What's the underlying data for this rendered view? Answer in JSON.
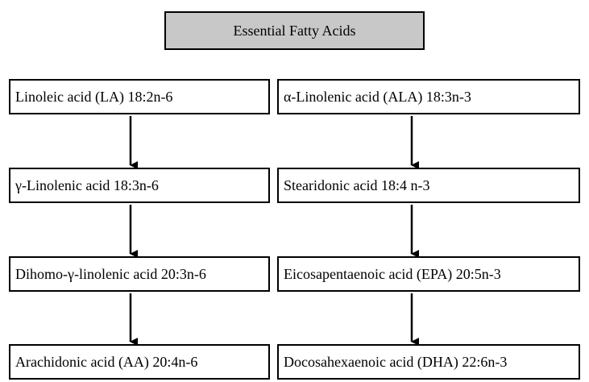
{
  "title": "Essential Fatty Acids",
  "omega6": [
    "Linoleic acid (LA) 18:2n-6",
    "γ-Linolenic acid 18:3n-6",
    "Dihomo-γ-linolenic acid 20:3n-6",
    "Arachidonic acid (AA) 20:4n-6"
  ],
  "omega3": [
    "α-Linolenic acid (ALA) 18:3n-3",
    "Stearidonic acid 18:4 n-3",
    "Eicosapentaenoic acid (EPA) 20:5n-3",
    "Docosahexaenoic acid (DHA) 22:6n-3"
  ],
  "colors": {
    "title_fill": "#c8c8c8",
    "border": "#000000",
    "box_fill": "#ffffff"
  }
}
